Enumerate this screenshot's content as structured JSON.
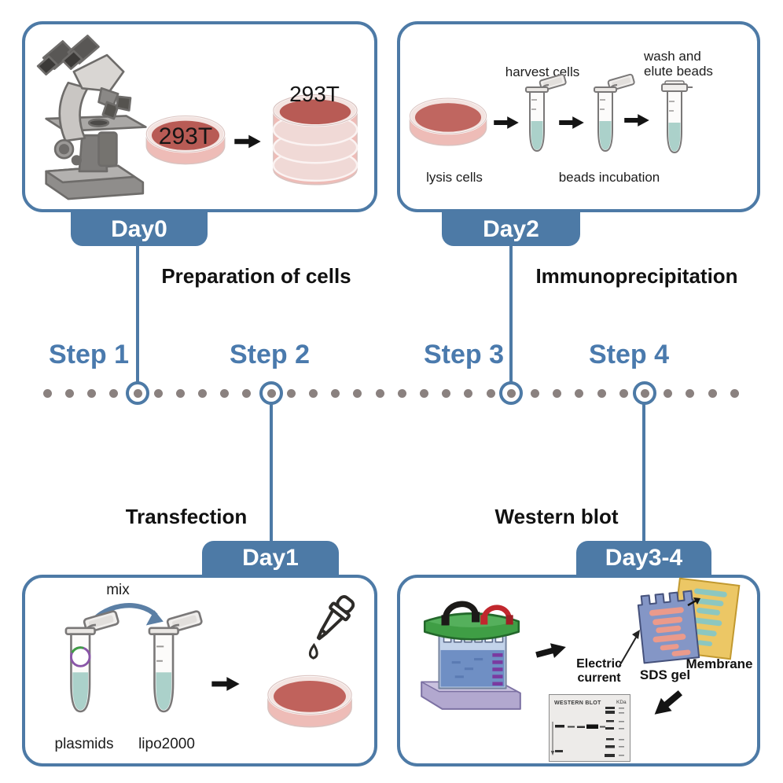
{
  "colors": {
    "accent": "#4d7aa6",
    "step_text": "#4a7aad",
    "timeline_dot": "#8a817f"
  },
  "steps": [
    {
      "label": "Step 1"
    },
    {
      "label": "Step 2"
    },
    {
      "label": "Step 3"
    },
    {
      "label": "Step 4"
    }
  ],
  "panels": {
    "preparation": {
      "day": "Day0",
      "phase": "Preparation of cells",
      "dish_label": "293T",
      "stack_label": "293T"
    },
    "immunoprecipitation": {
      "day": "Day2",
      "phase": "Immunoprecipitation",
      "harvest_label": "harvest cells",
      "wash_label_line1": "wash and",
      "wash_label_line2": "elute beads",
      "lysis_label": "lysis cells",
      "beads_label": "beads incubation"
    },
    "transfection": {
      "day": "Day1",
      "phase": "Transfection",
      "mix_label": "mix",
      "plasmids_label": "plasmids",
      "lipo_label": "lipo2000"
    },
    "western_blot": {
      "day": "Day3-4",
      "phase": "Western blot",
      "electric_label_line1": "Electric",
      "electric_label_line2": "current",
      "sds_label": "SDS gel",
      "membrane_label": "Membrane",
      "blot_title": "WESTERN BLOT",
      "blot_marker_unit": "KDa"
    }
  }
}
